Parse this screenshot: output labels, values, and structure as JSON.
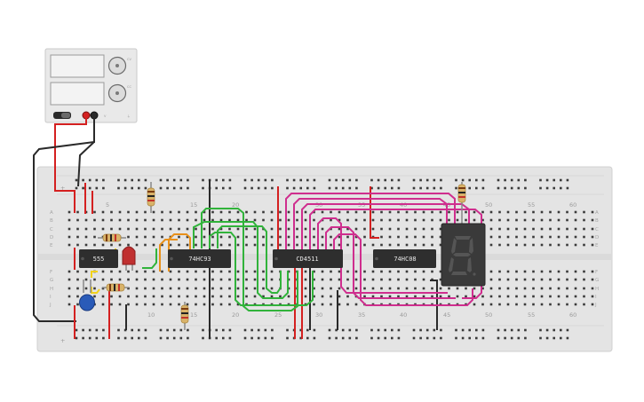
{
  "colors": {
    "board": "#e4e4e4",
    "hole": "#3a3a3a",
    "chip": "#2e2e2e",
    "wire_red": "#d42020",
    "wire_black": "#2a2a2a",
    "wire_green": "#31b33b",
    "wire_magenta": "#cf2e8e",
    "wire_orange": "#e8901a",
    "wire_yellow": "#f2d21b",
    "led": "#c03030",
    "capacitor": "#2a5bb8",
    "display": "#3a3a3a"
  },
  "power_supply": {
    "label_top": "CV",
    "label_mid": "CC",
    "label_bot": "V",
    "icon": "power-supply-icon"
  },
  "breadboard": {
    "column_numbers_top": [
      "5",
      "15",
      "20",
      "30",
      "35",
      "40",
      "45",
      "50",
      "55",
      "60"
    ],
    "column_numbers_bottom": [
      "10",
      "15",
      "20",
      "25",
      "30",
      "35",
      "40",
      "45",
      "50",
      "55",
      "60"
    ],
    "rows_left": [
      "A",
      "B",
      "C",
      "D",
      "E",
      "F",
      "G",
      "H",
      "I",
      "J"
    ],
    "rows_right": [
      "A",
      "B",
      "C",
      "D",
      "E",
      "F",
      "G",
      "H",
      "I",
      "J"
    ],
    "rail_plus": "+",
    "rail_minus": "-"
  },
  "chips": {
    "chip_555": "555",
    "chip_counter": "74HC93",
    "chip_decoder": "CD4511",
    "chip_and": "74HC08"
  },
  "display": {
    "digit": "8"
  }
}
